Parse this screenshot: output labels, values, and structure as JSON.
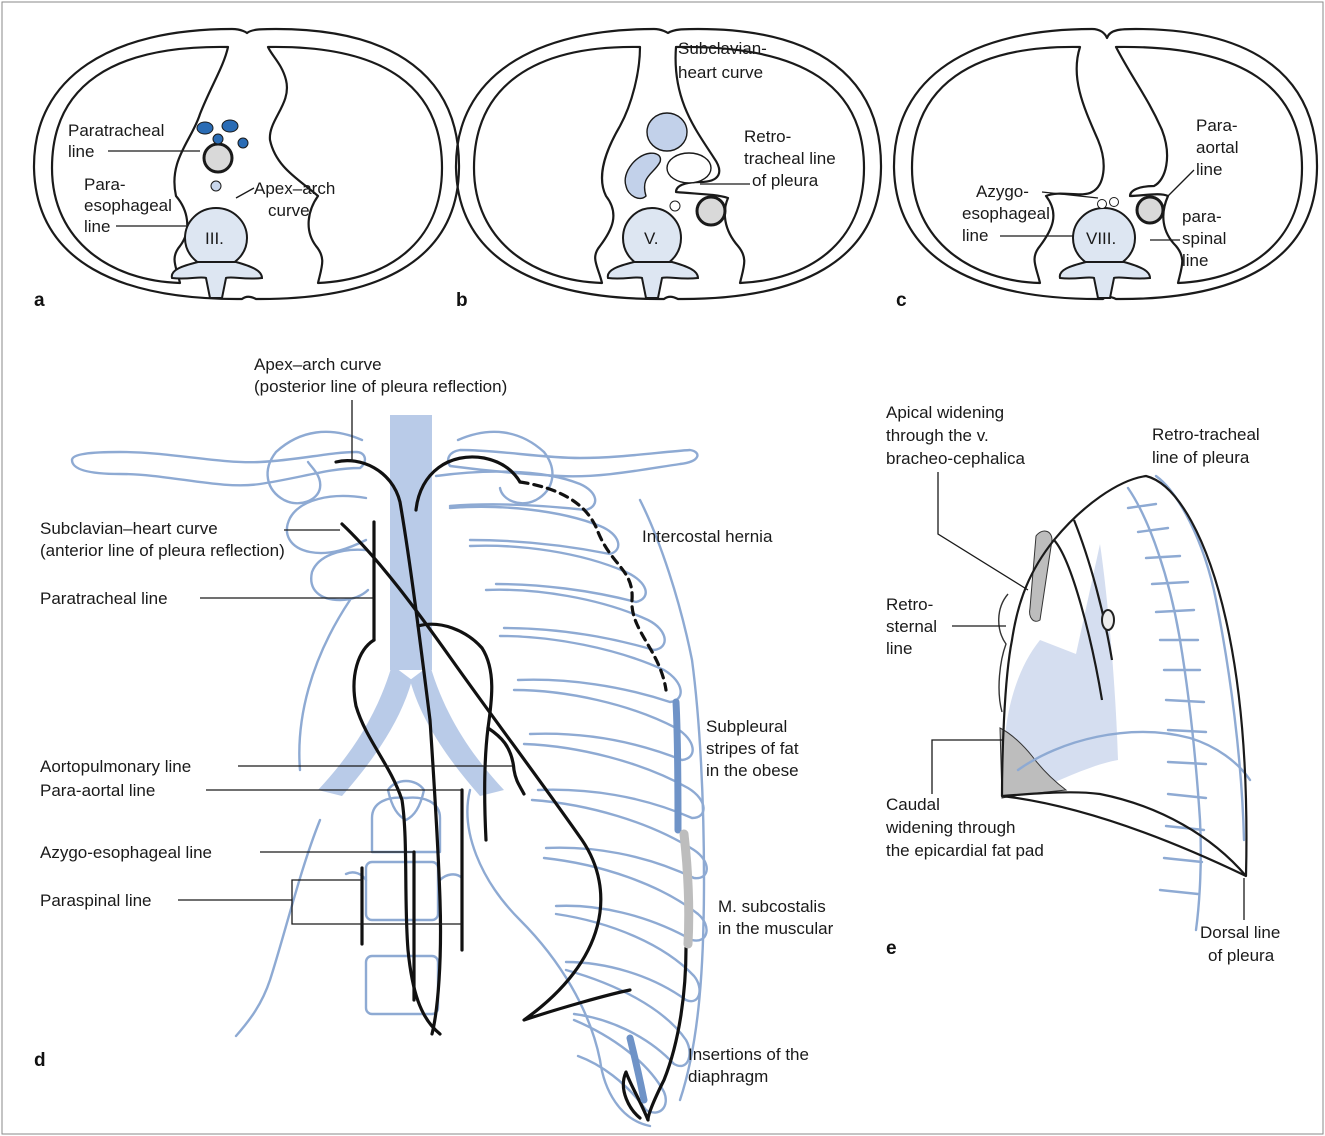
{
  "colors": {
    "bone_blue": "#8eaad3",
    "airway_fill": "#b9cbe8",
    "lung_fill": "#d5def0",
    "vessel_blue": "#2a6cb5",
    "fat_gray": "#bdbdbd",
    "line_black": "#111111"
  },
  "panels": {
    "a": {
      "letter": "a",
      "vertebra": "III.",
      "labels": {
        "paratracheal": [
          "Paratracheal",
          "line"
        ],
        "paraesophageal": [
          "Para-",
          "esophageal",
          "line"
        ],
        "apex_arch": [
          "Apex–arch",
          "curve"
        ]
      }
    },
    "b": {
      "letter": "b",
      "vertebra": "V.",
      "labels": {
        "subclavian_heart": [
          "Subclavian-",
          "heart curve"
        ],
        "retrotracheal": [
          "Retro-",
          "tracheal line",
          "of pleura"
        ]
      }
    },
    "c": {
      "letter": "c",
      "vertebra": "VIII.",
      "labels": {
        "para_aortal": [
          "Para-",
          "aortal",
          "line"
        ],
        "azygo_esophageal": [
          "Azygo-",
          "esophageal",
          "line"
        ],
        "paraspinal": [
          "para-",
          "spinal",
          "line"
        ]
      }
    },
    "d": {
      "letter": "d",
      "labels": {
        "apex_arch": [
          "Apex–arch curve",
          "(posterior line of pleura reflection)"
        ],
        "subclavian_heart": [
          "Subclavian–heart curve",
          "(anterior line of pleura reflection)"
        ],
        "paratracheal": "Paratracheal line",
        "aortopulmonary": "Aortopulmonary line",
        "para_aortal": "Para-aortal line",
        "azygo_esophageal": "Azygo-esophageal line",
        "paraspinal": "Paraspinal line",
        "intercostal_hernia": "Intercostal hernia",
        "subpleural_fat": [
          "Subpleural",
          "stripes of fat",
          "in the obese"
        ],
        "subcostalis": [
          "M. subcostalis",
          "in the muscular"
        ],
        "diaphragm": [
          "Insertions of the",
          "diaphragm"
        ]
      }
    },
    "e": {
      "letter": "e",
      "labels": {
        "apical_widening": [
          "Apical widening",
          "through the v.",
          "bracheo-cephalica"
        ],
        "retro_tracheal": [
          "Retro-tracheal",
          "line of pleura"
        ],
        "retrosternal": [
          "Retro-",
          "sternal",
          "line"
        ],
        "caudal_widening": [
          "Caudal",
          "widening through",
          "the epicardial fat pad"
        ],
        "dorsal_line": [
          "Dorsal line",
          "of pleura"
        ]
      }
    }
  }
}
